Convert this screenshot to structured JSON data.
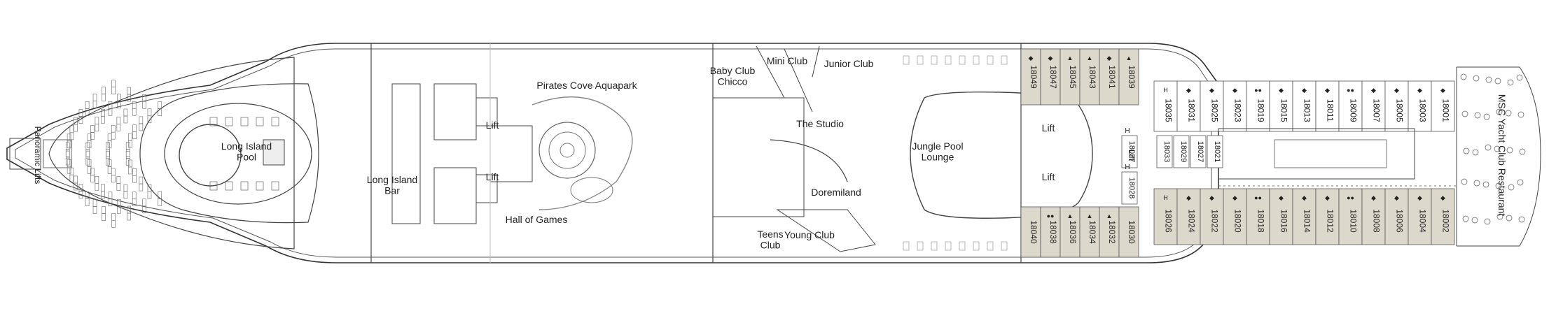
{
  "areas": {
    "panoramic_lifts": "Panoramic Lifts",
    "long_island_pool": "Long Island Pool",
    "long_island_bar": "Long Island Bar",
    "lift_upper_fwd": "Lift",
    "lift_lower_fwd": "Lift",
    "pirates_cove": "Pirates Cove Aquapark",
    "hall_of_games": "Hall of Games",
    "baby_club": "Baby Club Chicco",
    "mini_club": "Mini Club",
    "junior_club": "Junior Club",
    "the_studio": "The Studio",
    "doremiland": "Doremiland",
    "teens_club": "Teens Club",
    "young_club": "Young Club",
    "jungle_pool": "Jungle Pool Lounge",
    "lift_upper_mid": "Lift",
    "lift_lower_mid": "Lift",
    "lift_aft": "Lift",
    "yacht_club": "MSC Yacht Club Restaurant"
  },
  "cabins_upper_grey": [
    "18049",
    "18047",
    "18045",
    "18043",
    "18041",
    "18039"
  ],
  "cabins_upper_marks": [
    "◆",
    "◆",
    "▲",
    "▲",
    "◆",
    "▲"
  ],
  "cabins_lower_grey": [
    "18040",
    "18038",
    "18036",
    "18034",
    "18032",
    "18030"
  ],
  "cabins_lower_marks": [
    "",
    "●●",
    "▲",
    "▲",
    "▲",
    ""
  ],
  "cabins_upper_aft": [
    "18035",
    "18031",
    "18025",
    "18023",
    "18019",
    "18015",
    "18013",
    "18011",
    "18009",
    "18007",
    "18005",
    "18003",
    "18001"
  ],
  "cabins_upper_aft_marks": [
    "H",
    "◆",
    "◆",
    "◆",
    "●●",
    "◆",
    "◆",
    "◆",
    "●●",
    "◆",
    "◆",
    "◆",
    "◆"
  ],
  "cabins_lower_aft": [
    "18026",
    "18024",
    "18022",
    "18020",
    "18018",
    "18016",
    "18014",
    "18012",
    "18010",
    "18008",
    "18006",
    "18004",
    "18002"
  ],
  "cabins_lower_aft_marks": [
    "H",
    "◆",
    "◆",
    "◆",
    "●●",
    "◆",
    "◆",
    "◆",
    "●●",
    "◆",
    "◆",
    "◆",
    "◆"
  ],
  "cabins_inner": [
    "18037",
    "18033",
    "18029",
    "18027",
    "18021",
    "18028"
  ],
  "inner_marks": [
    "H",
    "H"
  ],
  "colors": {
    "cabin_fill": "#dcd8cb",
    "line": "#333333",
    "light_line": "#9a9a9a"
  }
}
